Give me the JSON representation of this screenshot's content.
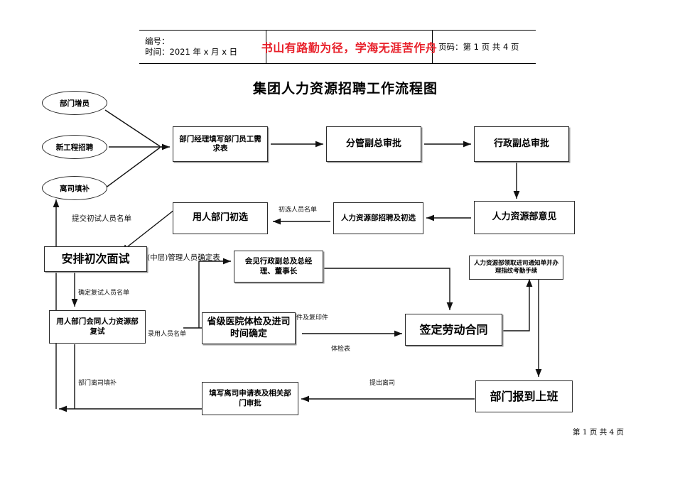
{
  "header": {
    "doc_no_label": "编号：",
    "date_label": "时间：2021 年 x 月 x 日",
    "motto": "书山有路勤为径，学海无涯苦作舟",
    "page_label": "页码：第 1 页 共 4 页"
  },
  "title": "集团人力资源招聘工作流程图",
  "footer": "第 1 页 共 4 页",
  "nodes": {
    "e1": "部门增员",
    "e2": "新工程招聘",
    "e3": "离司填补",
    "n_dept_form": "部门经理填写部门员工需求表",
    "n_vp_approve": "分管副总审批",
    "n_admin_vp_approve": "行政副总审批",
    "n_hr_opinion": "人力资源部意见",
    "n_hr_recruit": "人力资源部招聘及初选",
    "n_dept_screen": "用人部门初选",
    "n_first_interview": "安排初次面试",
    "n_meet_leaders": "会见行政副总及总经理、董事长",
    "n_hr_notice": "人力资源部领取进司通知单并办理指纹考勤手续",
    "n_second_interview": "用人部门会同人力资源部复试",
    "n_medical": "省级医院体检及进司时间确定",
    "n_contract": "签定劳动合同",
    "n_report_duty": "部门报到上班",
    "n_resign_form": "填写离司申请表及相关部门审批"
  },
  "edge_labels": {
    "l_submit_first_list": "提交初试人员名单",
    "l_first_list": "初选人员名单",
    "l_mgmt_confirm": "(中层)管理人员确定表",
    "l_confirm_second_list": "确定复试人员名单",
    "l_hired_list": "录用人员名单",
    "l_docs_copies": "件及复印件",
    "l_medical_form": "体检表",
    "l_propose_resign": "提出离司",
    "l_dept_refill": "部门离司填补"
  },
  "colors": {
    "motto": "#e8202a",
    "line": "#2b2b2b",
    "shadow": "#9a9a9a"
  }
}
